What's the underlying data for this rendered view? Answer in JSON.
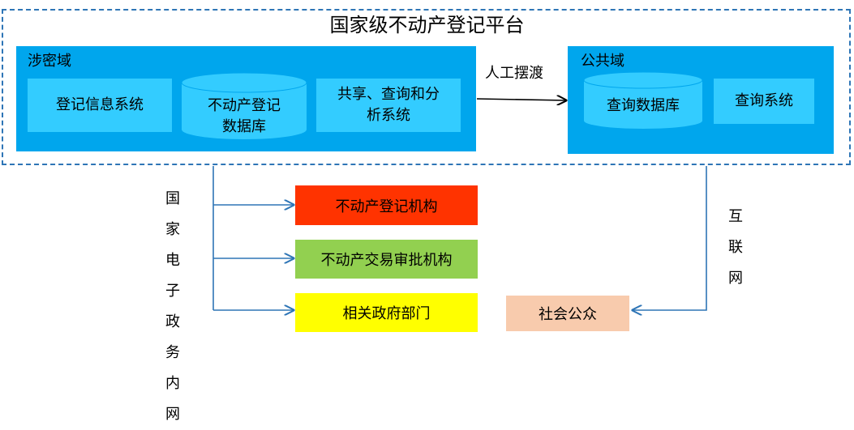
{
  "title": "国家级不动产登记平台",
  "classified_domain": {
    "label": "涉密域",
    "systems": [
      "登记信息系统",
      "共享、查询和分\n析系统"
    ],
    "database": "不动产登记\n数据库"
  },
  "public_domain": {
    "label": "公共域",
    "database": "查询数据库",
    "system": "查询系统"
  },
  "transfer_label": "人工摆渡",
  "intranet_label": [
    "国家",
    "电子",
    "政务",
    "内网"
  ],
  "internet_label": [
    "互",
    "联",
    "网"
  ],
  "targets": [
    {
      "label": "不动产登记机构",
      "color": "#ff3300"
    },
    {
      "label": "不动产交易审批机构",
      "color": "#92d050"
    },
    {
      "label": "相关政府部门",
      "color": "#ffff00"
    }
  ],
  "public": {
    "label": "社会公众",
    "color": "#f8cbad"
  },
  "colors": {
    "domain": "#00a6ed",
    "system": "#33ccff",
    "border": "#2e75b6",
    "arrow": "#2e75b6"
  }
}
